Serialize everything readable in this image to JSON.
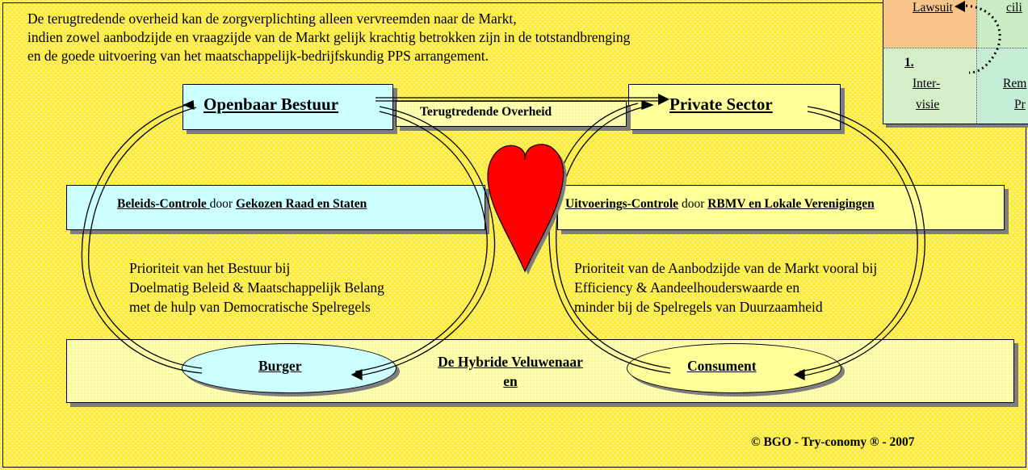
{
  "intro": {
    "line1": "De terugtredende overheid kan de zorgverplichting alleen vervreemden naar de Markt,",
    "line2": "indien zowel aanbodzijde en vraagzijde van de Markt gelijk krachtig betrokken zijn in de totstandbrenging",
    "line3": "en de goede uitvoering van het maatschappelijk-bedrijfskundig PPS arrangement."
  },
  "openbaar_bestuur": "Openbaar Bestuur",
  "private_sector": "Private Sector",
  "terugtredende_overheid": "Terugtredende Overheid",
  "beleid": {
    "bold1": "Beleids-Controle ",
    "mid": "door ",
    "bold2": "Gekozen Raad en Staten"
  },
  "uitvoering": {
    "bold1": "Uitvoerings-Controle",
    "mid": " door ",
    "bold2": "RBMV en Lokale Verenigingen "
  },
  "left_text": {
    "line1": "Prioriteit van het Bestuur bij",
    "line2": "Doelmatig Beleid & Maatschappelijk Belang",
    "line3": "met de hulp van Democratische Spelregels"
  },
  "right_text": {
    "line1": "Prioriteit van de Aanbodzijde van de Markt vooral bij",
    "line2": "Efficiency & Aandeelhouderswaarde en",
    "line3": "minder bij de Spelregels van Duurzaamheid"
  },
  "burger": "Burger",
  "consument": "Consument",
  "hybride": {
    "line1": "De Hybride Veluwenaar",
    "line2": "en"
  },
  "copyright": "© BGO - Try-conomy ® - 2007",
  "grid": {
    "lawsuit": "Lawsuit",
    "cili": "cili",
    "num": "1.",
    "inter": "Inter-",
    "visie": "visie",
    "rem": "Rem",
    "pr": "Pr"
  },
  "colors": {
    "background": "#ffeb3b",
    "cyan": "#ccffff",
    "yellow": "#ffff99",
    "heart": "#ff0000"
  }
}
